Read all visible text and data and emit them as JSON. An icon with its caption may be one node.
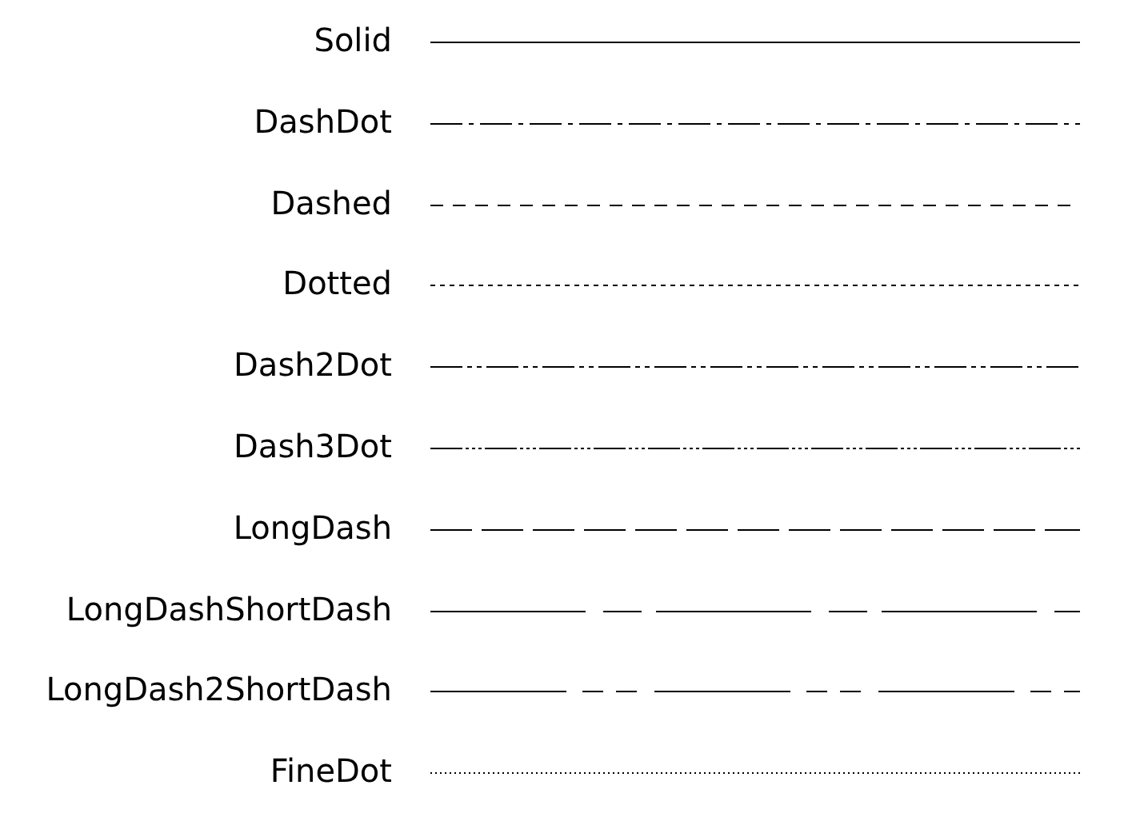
{
  "diagram": {
    "legend": [
      {
        "text": "Solid"
      },
      {
        "text": "DashDot"
      },
      {
        "text": "Dashed"
      },
      {
        "text": "Dotted"
      },
      {
        "text": "Dash2Dot"
      },
      {
        "text": "Dash3Dot"
      },
      {
        "text": "LongDash"
      },
      {
        "text": "LongDashShortDash"
      },
      {
        "text": "LongDash2ShortDash"
      },
      {
        "text": "FineDot"
      }
    ]
  }
}
